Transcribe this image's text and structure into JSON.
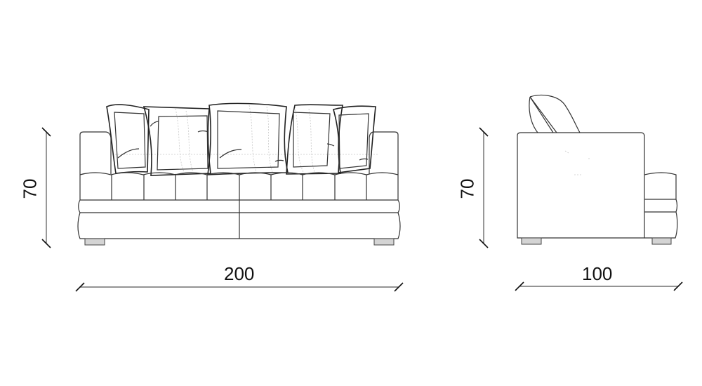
{
  "diagram": {
    "type": "technical-dimension-drawing",
    "subject": "three-seat sofa with scatter cushions",
    "views": [
      {
        "name": "front-view",
        "dimensions": {
          "height": "70",
          "width": "200"
        },
        "back_cushions": 5,
        "seat_tufts": 10,
        "seat_sections": 2,
        "feet_visible": 2
      },
      {
        "name": "side-view",
        "dimensions": {
          "height": "70",
          "depth": "100"
        },
        "feet_visible": 2
      }
    ],
    "colors": {
      "line": "#333333",
      "dimension_line": "#555555",
      "foot_fill": "#d4d4d4",
      "background": "#ffffff"
    }
  },
  "labels": {
    "front_height": "70",
    "front_width": "200",
    "side_height": "70",
    "side_depth": "100"
  }
}
